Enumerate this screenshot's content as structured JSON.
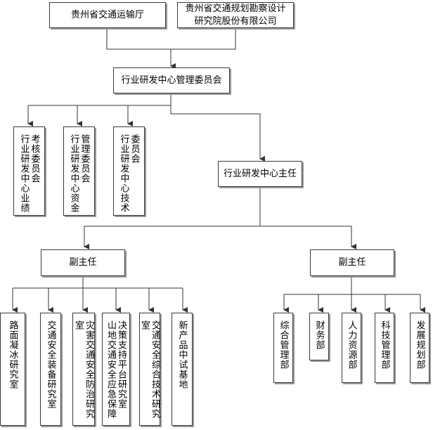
{
  "top_units": {
    "unit_a": "贵州省交通运输厅",
    "unit_b": "贵州省交通规划勘察设计\n研究院股份有限公司"
  },
  "committee": "行业研发中心管理委员会",
  "sub_committees": [
    "考核委员会\n行业研发中心业绩",
    "管理委员会\n行业研发中心资金",
    "委员会\n行业研发中心技术"
  ],
  "director": "行业研发中心主任",
  "deputies": [
    "副主任",
    "副主任"
  ],
  "labs": [
    "路面凝冰研究室",
    "交通安全装备研究室",
    "灾害交通安全防治研究室",
    "决策支持平台研究室\n山地交通安全应急保障",
    "交通安全综合技术研究室",
    "新产品中试基地"
  ],
  "departments": [
    "综合管理部",
    "财务部",
    "人力资源部",
    "科技管理部",
    "发展规划部"
  ]
}
